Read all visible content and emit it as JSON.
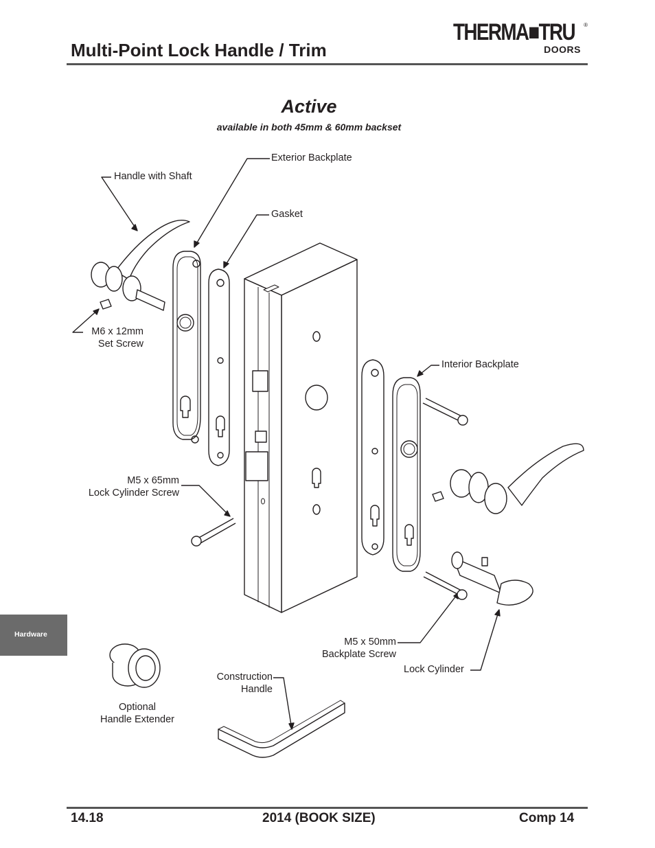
{
  "header": {
    "title": "Multi-Point Lock Handle / Trim",
    "logo_main": "THERMA■TRU",
    "logo_registered": "®",
    "logo_sub": "DOORS"
  },
  "diagram": {
    "heading": "Active",
    "subheading": "available in both 45mm & 60mm backset",
    "labels": {
      "handle_with_shaft": "Handle with Shaft",
      "exterior_backplate": "Exterior Backplate",
      "gasket": "Gasket",
      "set_screw_l1": "M6 x 12mm",
      "set_screw_l2": "Set Screw",
      "interior_backplate": "Interior Backplate",
      "lock_cyl_screw_l1": "M5 x 65mm",
      "lock_cyl_screw_l2": "Lock Cylinder Screw",
      "backplate_screw_l1": "M5 x 50mm",
      "backplate_screw_l2": "Backplate Screw",
      "lock_cylinder": "Lock Cylinder",
      "construction_l1": "Construction",
      "construction_l2": "Handle",
      "extender_l1": "Optional",
      "extender_l2": "Handle Extender"
    }
  },
  "side_tab": {
    "label": "Hardware"
  },
  "footer": {
    "page": "14.18",
    "edition": "2014 (BOOK SIZE)",
    "section": "Comp 14"
  }
}
